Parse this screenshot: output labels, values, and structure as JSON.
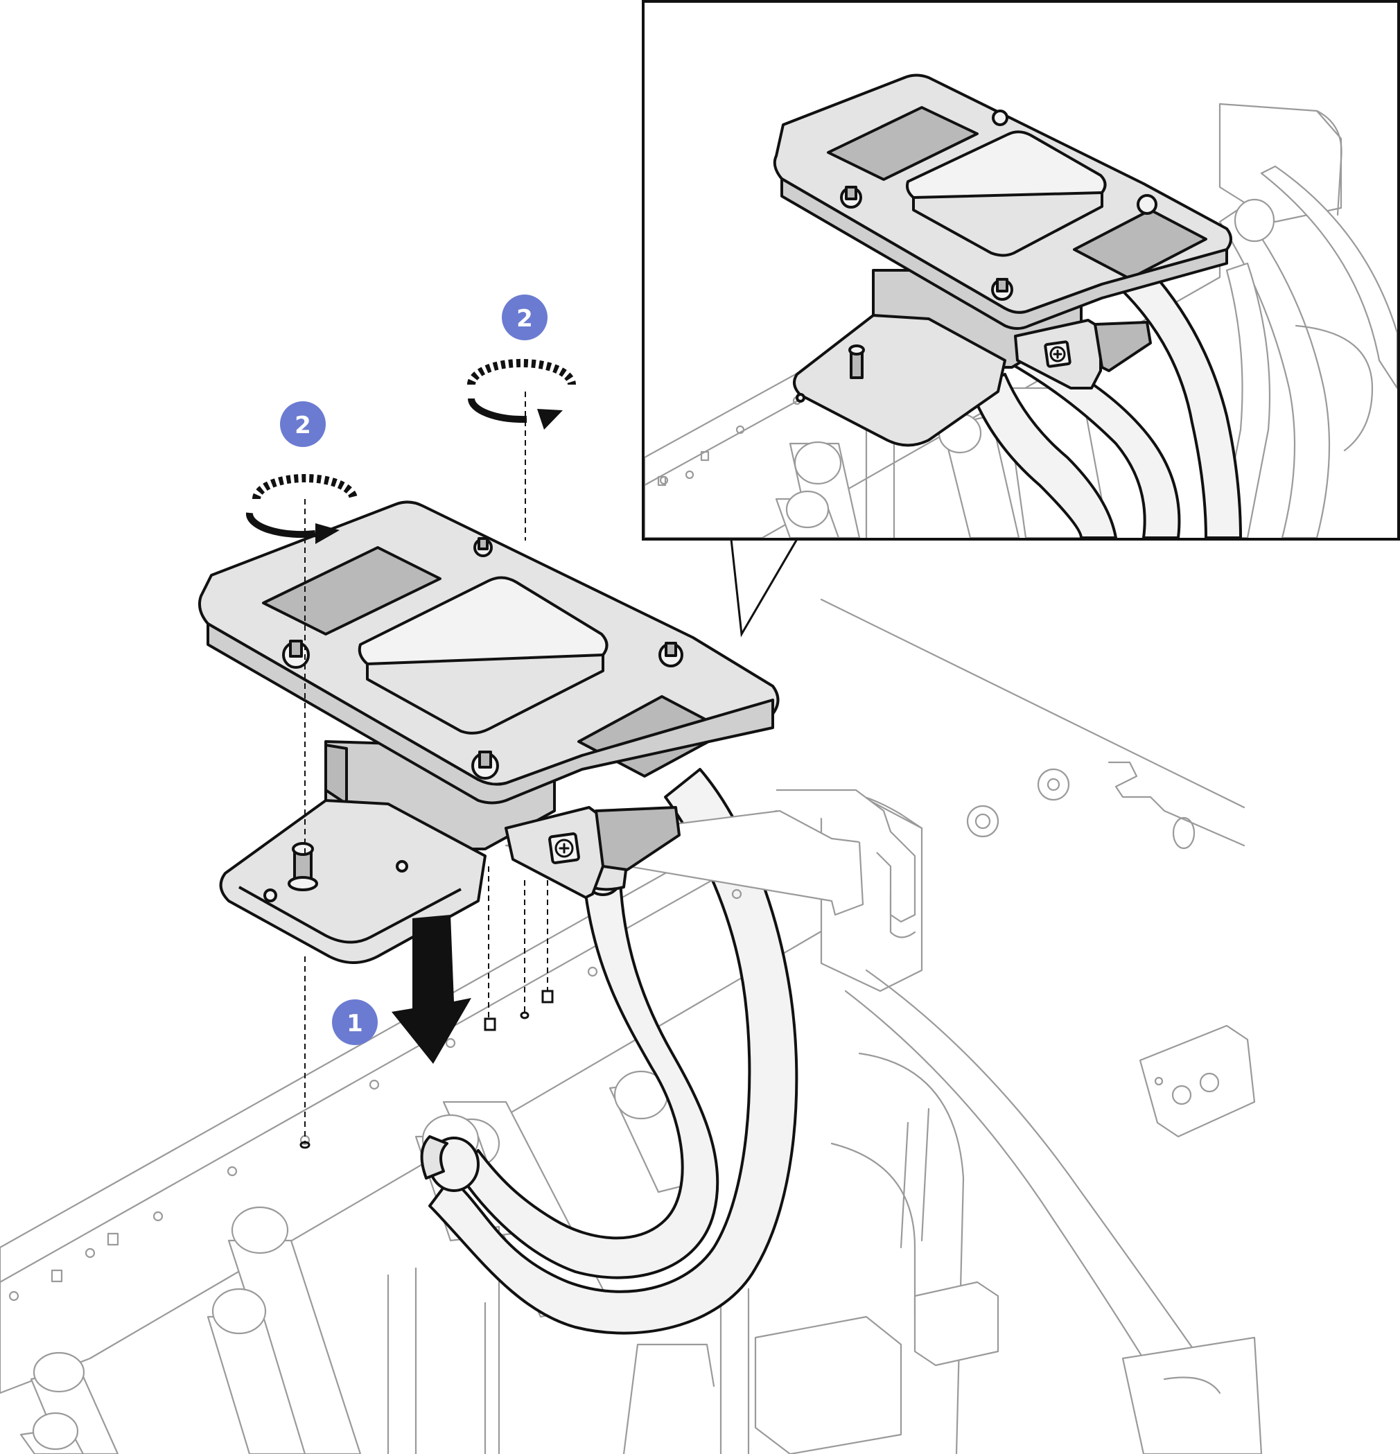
{
  "figure": {
    "description_kind": "installation-step-illustration",
    "callouts": [
      {
        "id": "step-1",
        "label": "1",
        "meaning": "lower-assembly-onto-rail"
      },
      {
        "id": "step-2a",
        "label": "2",
        "meaning": "tighten-captive-screw"
      },
      {
        "id": "step-2b",
        "label": "2",
        "meaning": "tighten-captive-screw"
      }
    ],
    "colors": {
      "callout_fill": "#6b7bd1",
      "outline_dark": "#111111",
      "part_fill": "#cfcfcf",
      "background_line": "#9a9a9a"
    },
    "icons": [
      "down-arrow-icon",
      "rotate-clockwise-icon",
      "magnify-inset"
    ]
  }
}
